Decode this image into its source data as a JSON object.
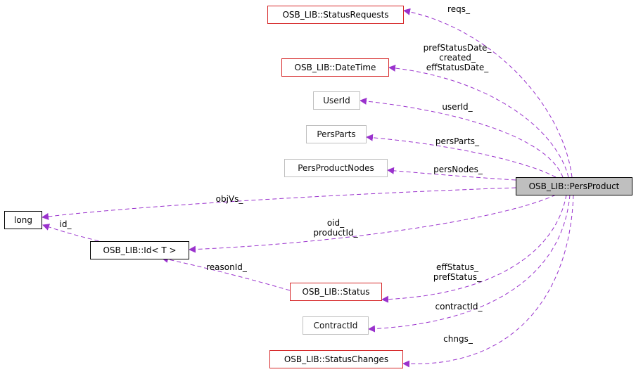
{
  "nodes": {
    "status_requests": "OSB_LIB::StatusRequests",
    "date_time": "OSB_LIB::DateTime",
    "user_id": "UserId",
    "pers_parts": "PersParts",
    "pers_product_nodes": "PersProductNodes",
    "pers_product": "OSB_LIB::PersProduct",
    "long": "long",
    "id_template": "OSB_LIB::Id< T >",
    "status": "OSB_LIB::Status",
    "contract_id": "ContractId",
    "status_changes": "OSB_LIB::StatusChanges"
  },
  "edge_labels": {
    "reqs": "reqs_",
    "pref_status_date": "prefStatusDate_",
    "created": "created_",
    "eff_status_date": "effStatusDate_",
    "user_id": "userId_",
    "pers_parts": "persParts_",
    "pers_nodes": "persNodes_",
    "obj_vs": "objVs_",
    "id": "id_",
    "oid": "oid_",
    "product_id": "productId_",
    "reason_id": "reasonId_",
    "eff_status": "effStatus_",
    "pref_status": "prefStatus_",
    "contract_id": "contractId_",
    "chngs": "chngs_"
  },
  "colors": {
    "edge": "#9a32cd",
    "arrowhead": "#9a32cd",
    "documented_border": "#d62728",
    "undocumented_border": "#bfbfbf",
    "focus_fill": "#bfbfbf"
  }
}
